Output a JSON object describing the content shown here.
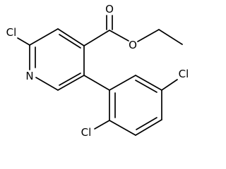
{
  "molecule": {
    "atoms": {
      "cl_ring_top_left": "Cl",
      "pyridine_nitrogen": "N",
      "carbonyl_oxygen": "O",
      "ester_oxygen": "O",
      "cl_aryl_right": "Cl",
      "cl_aryl_bottom": "Cl"
    }
  }
}
